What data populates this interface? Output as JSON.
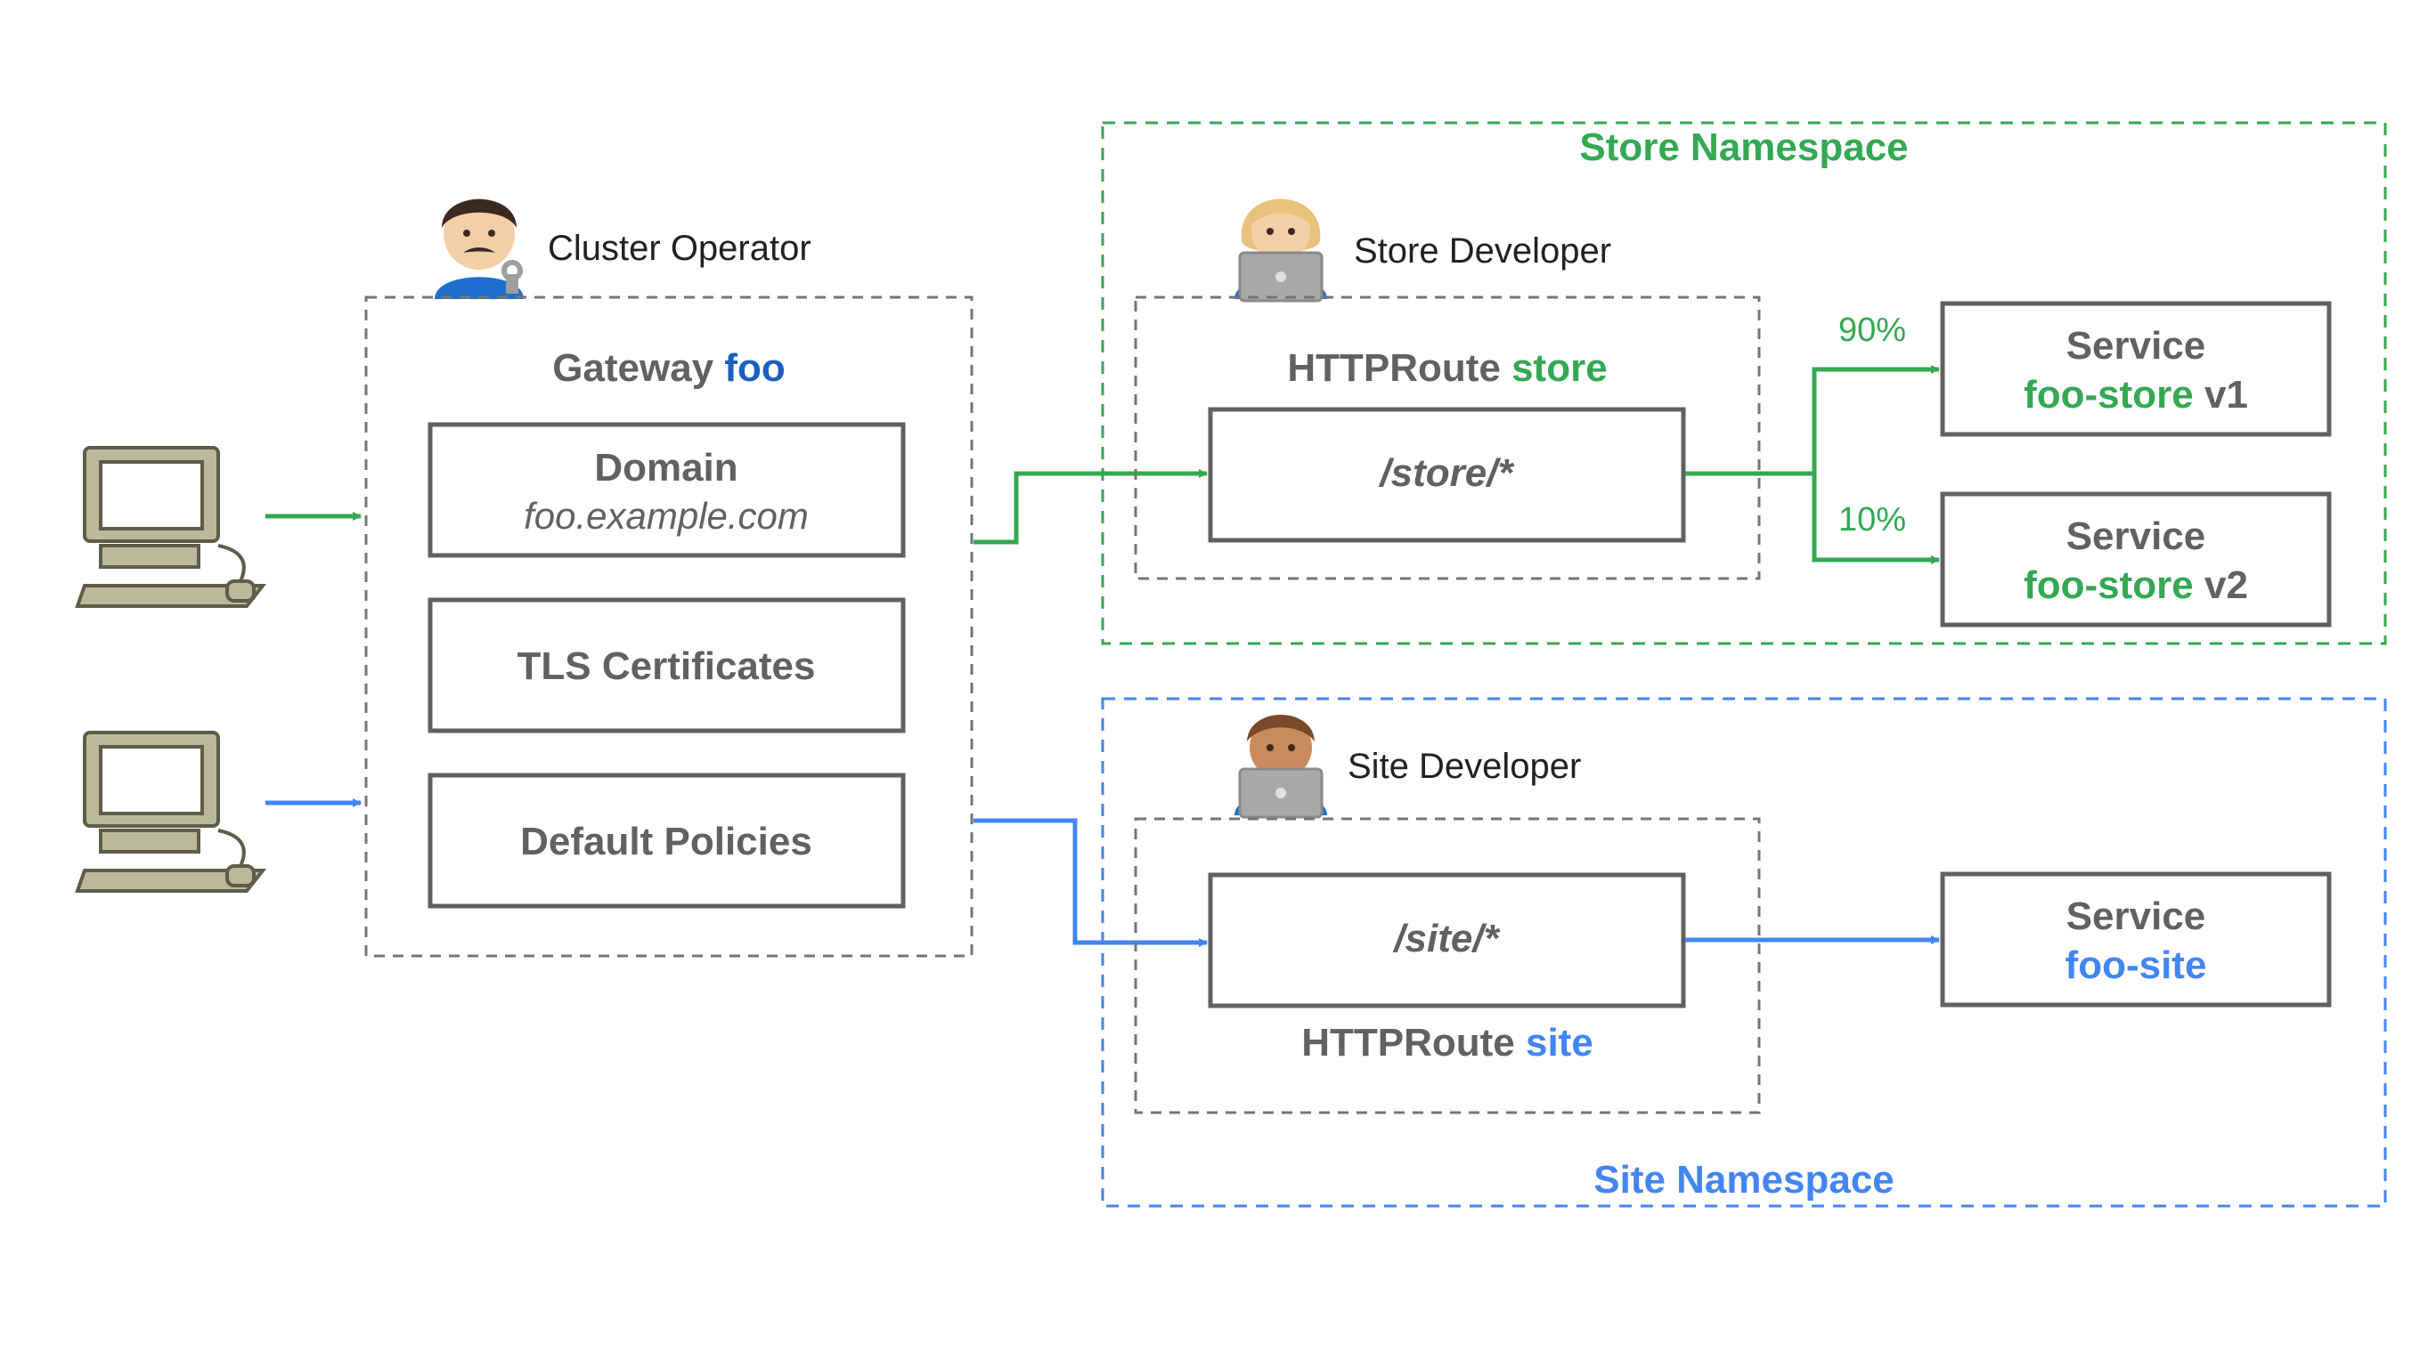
{
  "colors": {
    "green": "#34a853",
    "blue": "#4285f4",
    "gateway_name_blue": "#1a5fbf",
    "box_border": "#616161",
    "dashed_border": "#757575",
    "text_gray": "#616161",
    "text_dark": "#212121"
  },
  "icons": {
    "client_top": "desktop-computer-icon",
    "client_bottom": "desktop-computer-icon",
    "cluster_operator": "mechanic-person-icon",
    "store_developer": "technologist-woman-icon",
    "site_developer": "technologist-man-icon"
  },
  "cluster_operator": {
    "role_label": "Cluster Operator"
  },
  "gateway": {
    "title_prefix": "Gateway",
    "title_name": "foo",
    "domain_label": "Domain",
    "domain_value": "foo.example.com",
    "tls_label": "TLS Certificates",
    "policies_label": "Default Policies"
  },
  "store_namespace": {
    "title": "Store Namespace",
    "developer_label": "Store Developer",
    "route_prefix": "HTTPRoute",
    "route_name": "store",
    "path": "/store/*",
    "split": [
      {
        "weight": "90%",
        "service_label": "Service",
        "service_name": "foo-store",
        "service_version": "v1"
      },
      {
        "weight": "10%",
        "service_label": "Service",
        "service_name": "foo-store",
        "service_version": "v2"
      }
    ]
  },
  "site_namespace": {
    "title": "Site Namespace",
    "developer_label": "Site Developer",
    "route_prefix": "HTTPRoute",
    "route_name": "site",
    "path": "/site/*",
    "service_label": "Service",
    "service_name": "foo-site"
  }
}
